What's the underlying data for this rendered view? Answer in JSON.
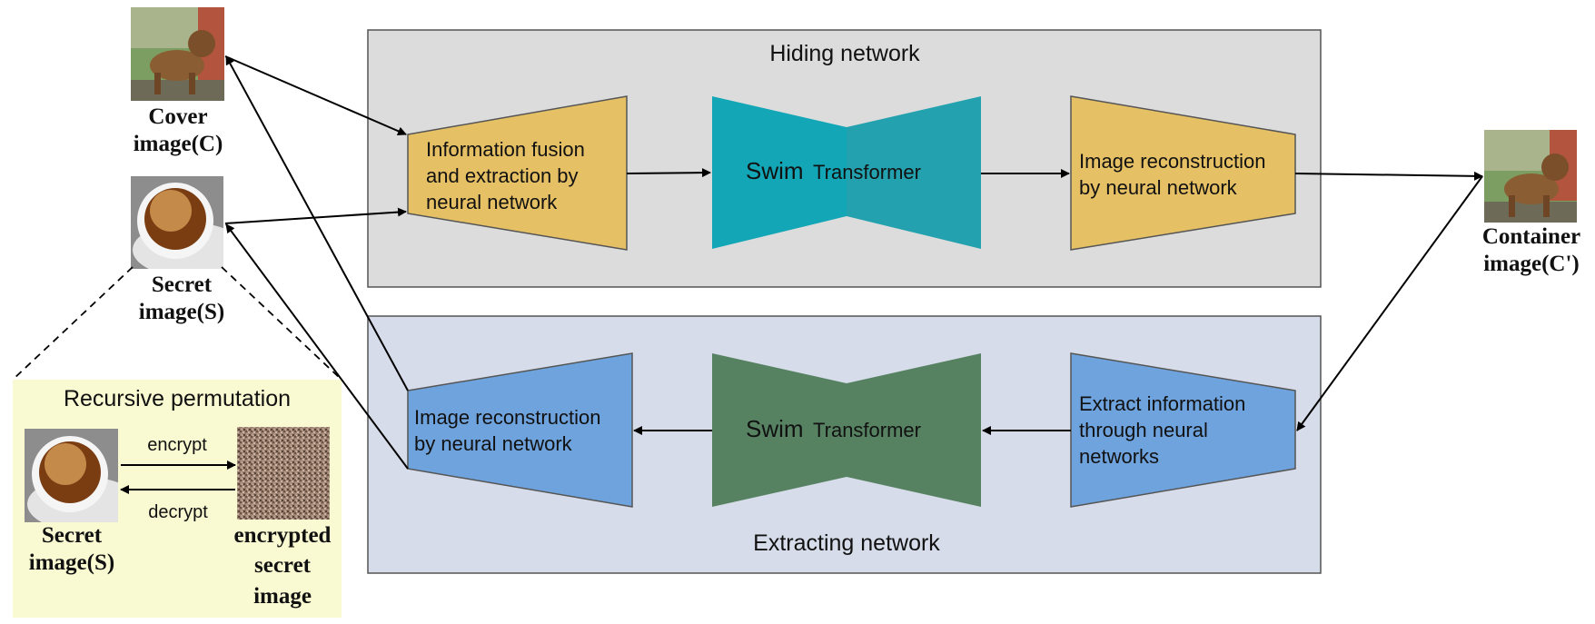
{
  "hiding": {
    "title": "Hiding network",
    "fusion_lines": [
      "Information fusion",
      "and extraction by",
      "neural network"
    ],
    "swim_a": "Swim",
    "swim_b": "Transformer",
    "recon_lines": [
      "Image reconstruction",
      "by neural network"
    ]
  },
  "extracting": {
    "title": "Extracting network",
    "extract_lines": [
      "Extract information",
      "through neural",
      "networks"
    ],
    "swim_a": "Swim",
    "swim_b": "Transformer",
    "recon_lines": [
      "Image reconstruction",
      "by neural network"
    ]
  },
  "images": {
    "cover": [
      "Cover",
      "image(C)"
    ],
    "secret": [
      "Secret",
      "image(S)"
    ],
    "container": [
      "Container",
      "image(C')"
    ]
  },
  "permutation": {
    "title": "Recursive permutation",
    "encrypt": "encrypt",
    "decrypt": "decrypt",
    "secret_label": [
      "Secret",
      "image(S)"
    ],
    "encrypted_label": [
      "encrypted",
      "secret",
      "image"
    ]
  },
  "colors": {
    "hiding_bg": "#dcdcdc",
    "extracting_bg": "#d6dce9",
    "yellow_block": "#e6c064",
    "teal_block": "#19a6b6",
    "blue_block": "#6fa3dd",
    "green_block": "#568262",
    "permutation_bg": "#fafad2"
  }
}
